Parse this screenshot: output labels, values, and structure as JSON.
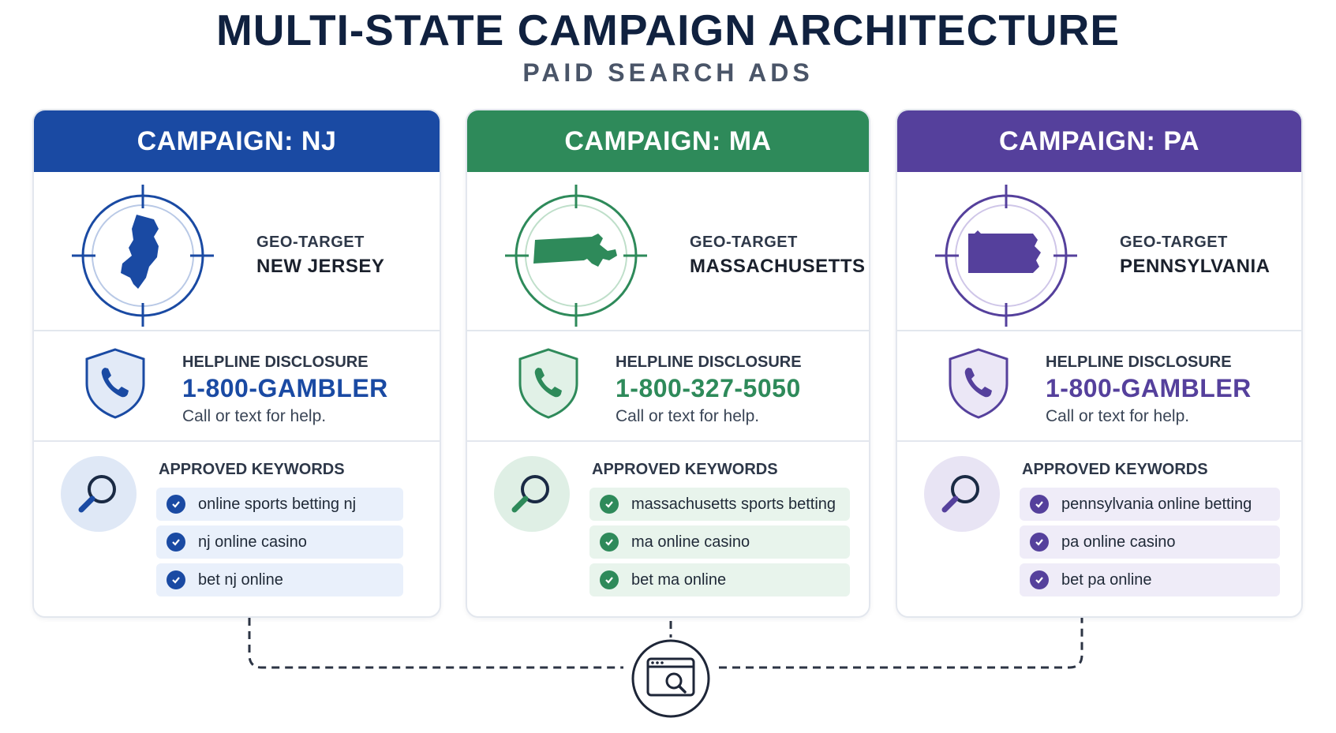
{
  "title": "MULTI-STATE CAMPAIGN ARCHITECTURE",
  "subtitle": "PAID SEARCH ADS",
  "campaigns": [
    {
      "header": "CAMPAIGN: NJ",
      "color": "#1a4aa3",
      "light": "#e9f0fb",
      "circle_bg": "#dfe8f6",
      "geo_label": "GEO-TARGET",
      "geo_state": "NEW JERSEY",
      "map_icon": "new-jersey-map-icon",
      "helpline_label": "HELPLINE DISCLOSURE",
      "helpline_number": "1-800-GAMBLER",
      "helpline_sub": "Call or text for help.",
      "keywords_label": "APPROVED KEYWORDS",
      "keywords": [
        "online sports betting nj",
        "nj online casino",
        "bet nj online"
      ]
    },
    {
      "header": "CAMPAIGN: MA",
      "color": "#2e8a5a",
      "light": "#e8f4ec",
      "circle_bg": "#dfefe5",
      "geo_label": "GEO-TARGET",
      "geo_state": "MASSACHUSETTS",
      "map_icon": "massachusetts-map-icon",
      "helpline_label": "HELPLINE DISCLOSURE",
      "helpline_number": "1-800-327-5050",
      "helpline_sub": "Call or text for help.",
      "keywords_label": "APPROVED KEYWORDS",
      "keywords": [
        "massachusetts sports betting",
        "ma online casino",
        "bet ma online"
      ]
    },
    {
      "header": "CAMPAIGN: PA",
      "color": "#55409c",
      "light": "#efecf8",
      "circle_bg": "#e8e4f4",
      "geo_label": "GEO-TARGET",
      "geo_state": "PENNSYLVANIA",
      "map_icon": "pennsylvania-map-icon",
      "helpline_label": "HELPLINE DISCLOSURE",
      "helpline_number": "1-800-GAMBLER",
      "helpline_sub": "Call or text for help.",
      "keywords_label": "APPROVED KEYWORDS",
      "keywords": [
        "pennsylvania online betting",
        "pa online casino",
        "bet pa online"
      ]
    }
  ],
  "hub_icon": "browser-search-icon"
}
